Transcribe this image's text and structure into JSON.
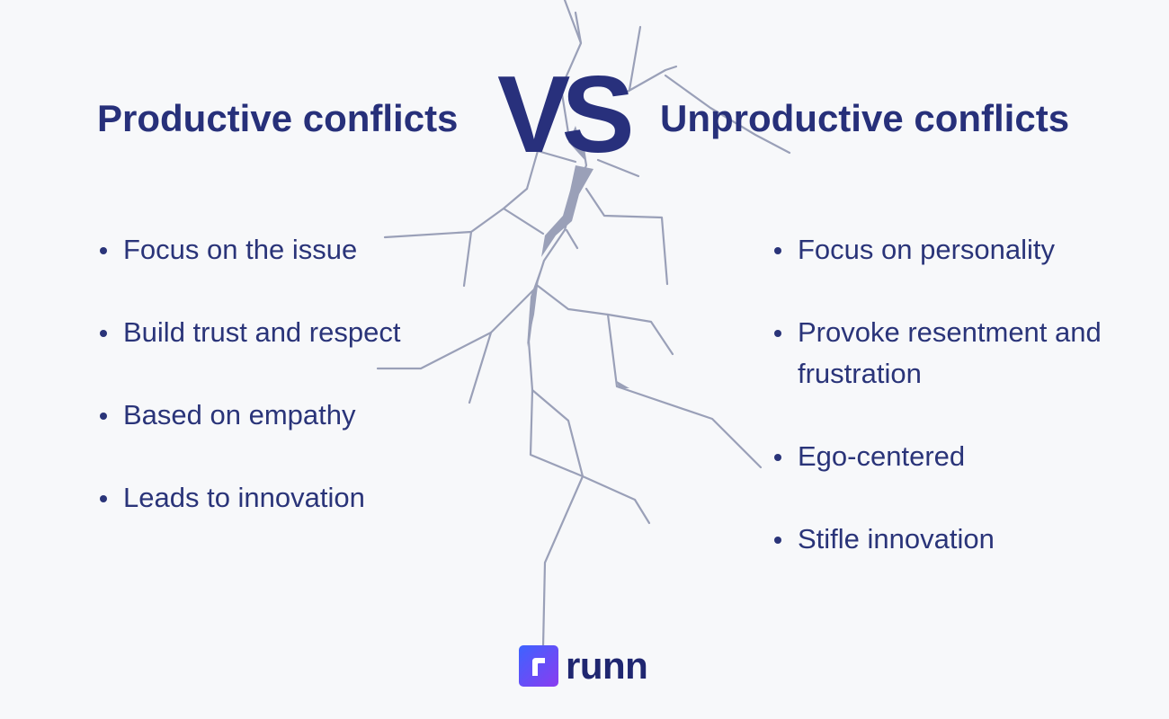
{
  "colors": {
    "background": "#f7f8fa",
    "text": "#27307a",
    "crack": "#9aa0b8",
    "logo_gradient_start": "#3d63ff",
    "logo_gradient_end": "#8a3cf0"
  },
  "left": {
    "title": "Productive conflicts",
    "points": [
      "Focus on the issue",
      "Build trust and respect",
      "Based on empathy",
      "Leads to innovation"
    ]
  },
  "vs": "VS",
  "right": {
    "title": "Unproductive conflicts",
    "points": [
      "Focus on personality",
      "Provoke resentment and frustration",
      "Ego-centered",
      "Stifle innovation"
    ]
  },
  "brand": {
    "icon": "runn-logo-icon",
    "name": "runn"
  }
}
